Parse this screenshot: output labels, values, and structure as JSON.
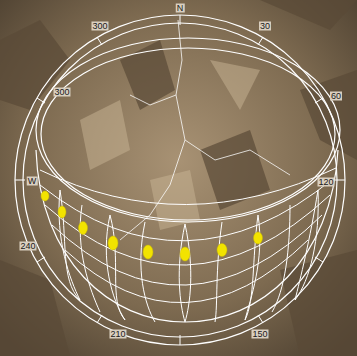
{
  "diagram": {
    "labels": [
      "N",
      "30",
      "60",
      "300",
      "300",
      "W",
      "120",
      "150",
      "210",
      "240"
    ]
  }
}
